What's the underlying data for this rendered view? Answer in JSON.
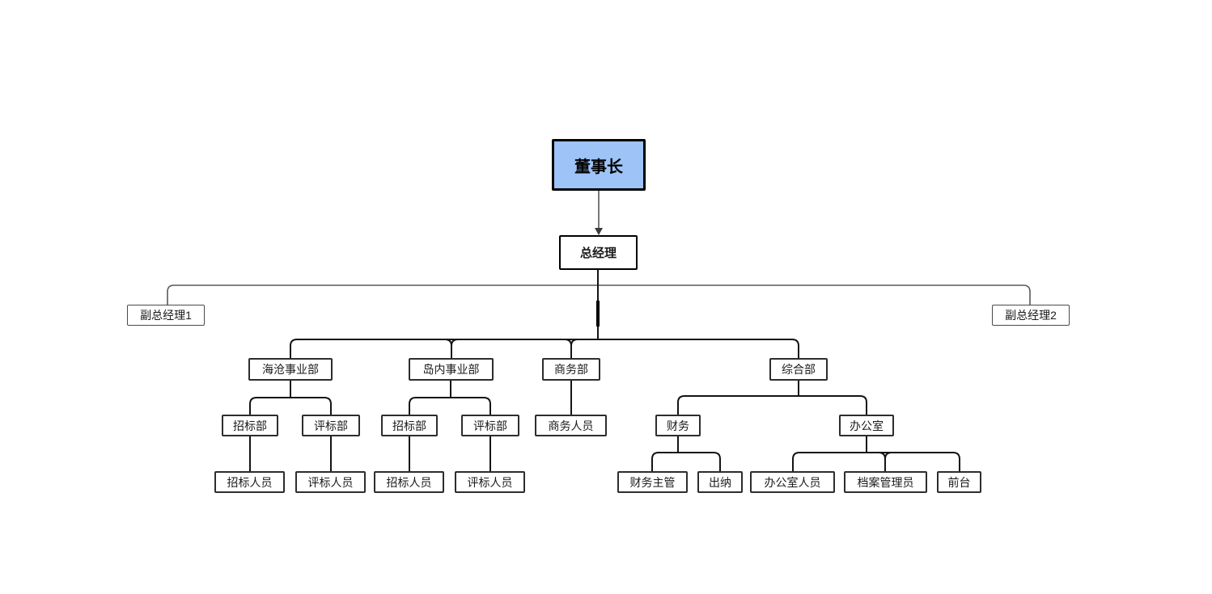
{
  "diagram": {
    "type": "org-chart",
    "colors": {
      "root_fill": "#9dc3f7",
      "root_border": "#000000",
      "node_fill": "#ffffff",
      "node_border": "#2d2d2d",
      "line_black": "#141414",
      "line_gray": "#595959"
    },
    "nodes": [
      {
        "id": "chairman",
        "label": "董事长",
        "level": 1
      },
      {
        "id": "general-manager",
        "label": "总经理",
        "level": 2
      },
      {
        "id": "deputy-gm-1",
        "label": "副总经理1",
        "level": 3
      },
      {
        "id": "deputy-gm-2",
        "label": "副总经理2",
        "level": 3
      },
      {
        "id": "haicang-division",
        "label": "海沧事业部",
        "level": 4,
        "parent": "general-manager"
      },
      {
        "id": "daonei-division",
        "label": "岛内事业部",
        "level": 4,
        "parent": "general-manager"
      },
      {
        "id": "business-dept",
        "label": "商务部",
        "level": 4,
        "parent": "general-manager"
      },
      {
        "id": "general-affairs-dept",
        "label": "综合部",
        "level": 4,
        "parent": "general-manager"
      },
      {
        "id": "tender-dept-1",
        "label": "招标部",
        "level": 5,
        "parent": "haicang-division"
      },
      {
        "id": "bid-eval-dept-1",
        "label": "评标部",
        "level": 5,
        "parent": "haicang-division"
      },
      {
        "id": "tender-dept-2",
        "label": "招标部",
        "level": 5,
        "parent": "daonei-division"
      },
      {
        "id": "bid-eval-dept-2",
        "label": "评标部",
        "level": 5,
        "parent": "daonei-division"
      },
      {
        "id": "business-staff",
        "label": "商务人员",
        "level": 5,
        "parent": "business-dept"
      },
      {
        "id": "finance",
        "label": "财务",
        "level": 5,
        "parent": "general-affairs-dept"
      },
      {
        "id": "office",
        "label": "办公室",
        "level": 5,
        "parent": "general-affairs-dept"
      },
      {
        "id": "tender-staff-1",
        "label": "招标人员",
        "level": 6,
        "parent": "tender-dept-1"
      },
      {
        "id": "bid-eval-staff-1",
        "label": "评标人员",
        "level": 6,
        "parent": "bid-eval-dept-1"
      },
      {
        "id": "tender-staff-2",
        "label": "招标人员",
        "level": 6,
        "parent": "tender-dept-2"
      },
      {
        "id": "bid-eval-staff-2",
        "label": "评标人员",
        "level": 6,
        "parent": "bid-eval-dept-2"
      },
      {
        "id": "finance-supervisor",
        "label": "财务主管",
        "level": 6,
        "parent": "finance"
      },
      {
        "id": "cashier",
        "label": "出纳",
        "level": 6,
        "parent": "finance"
      },
      {
        "id": "office-staff",
        "label": "办公室人员",
        "level": 6,
        "parent": "office"
      },
      {
        "id": "archives-manager",
        "label": "档案管理员",
        "level": 6,
        "parent": "office"
      },
      {
        "id": "front-desk",
        "label": "前台",
        "level": 6,
        "parent": "office"
      }
    ]
  }
}
